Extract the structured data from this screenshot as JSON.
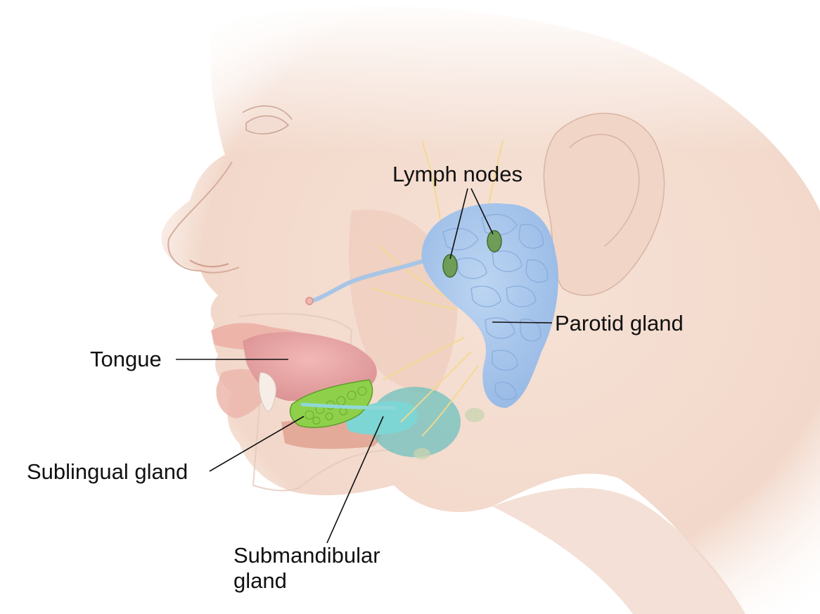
{
  "labels": {
    "lymph_nodes": "Lymph nodes",
    "parotid_gland": "Parotid gland",
    "tongue": "Tongue",
    "sublingual_gland": "Sublingual gland",
    "submandibular_gland_line1": "Submandibular",
    "submandibular_gland_line2": "gland"
  },
  "colors": {
    "background": "#ffffff",
    "skin": "#f4dccf",
    "skin_shadow": "#e9c3b2",
    "parotid": "#a9c8ee",
    "parotid_lobule_outline": "#86abdc",
    "lymph_node": "#6f9d57",
    "sublingual": "#8ccc49",
    "submandibular": "#7fd3d1",
    "duct": "#a8c5e6",
    "tongue": "#e8a3a3",
    "nerve": "#f3d98f",
    "leader_line": "#111111"
  }
}
